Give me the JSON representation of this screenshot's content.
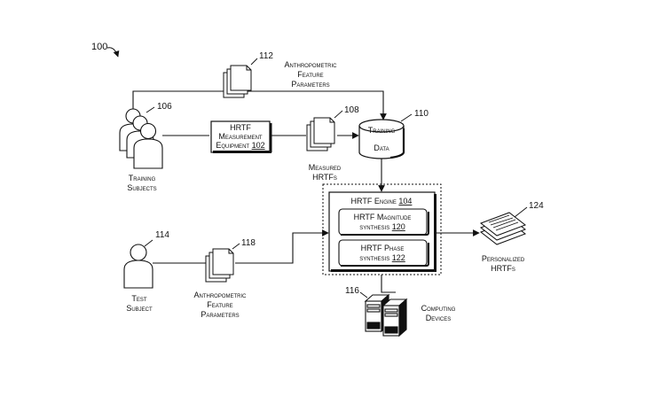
{
  "figure": {
    "ref": "100",
    "training_subjects": {
      "ref": "106",
      "label_line1": "Training",
      "label_line2": "Subjects"
    },
    "anthro_top": {
      "ref": "112",
      "label_line1": "Anthropometric",
      "label_line2": "Feature",
      "label_line3": "Parameters"
    },
    "measurement_equipment": {
      "line1": "HRTF",
      "line2": "Measurement",
      "line3_text": "Equipment",
      "line3_ref": "102"
    },
    "measured_hrtfs": {
      "ref": "108",
      "label_line1": "Measured",
      "label_line2": "HRTFs"
    },
    "training_data": {
      "ref": "110",
      "label_line1": "Training",
      "label_line2": "Data"
    },
    "hrtf_engine": {
      "text": "HRTF Engine",
      "ref": "104"
    },
    "magnitude_synthesis": {
      "line1": "HRTF Magnitude",
      "line2_text": "synthesis",
      "ref": "120"
    },
    "phase_synthesis": {
      "line1": "HRTF Phase",
      "line2_text": "synthesis",
      "ref": "122"
    },
    "personalized_hrtfs": {
      "ref": "124",
      "label_line1": "Personalized",
      "label_line2": "HRTFs"
    },
    "test_subject": {
      "ref": "114",
      "label_line1": "Test",
      "label_line2": "Subject"
    },
    "anthro_bottom": {
      "ref": "118",
      "label_line1": "Anthropometric",
      "label_line2": "Feature",
      "label_line3": "Parameters"
    },
    "computing_devices": {
      "ref": "116",
      "label_line1": "Computing",
      "label_line2": "Devices"
    }
  }
}
